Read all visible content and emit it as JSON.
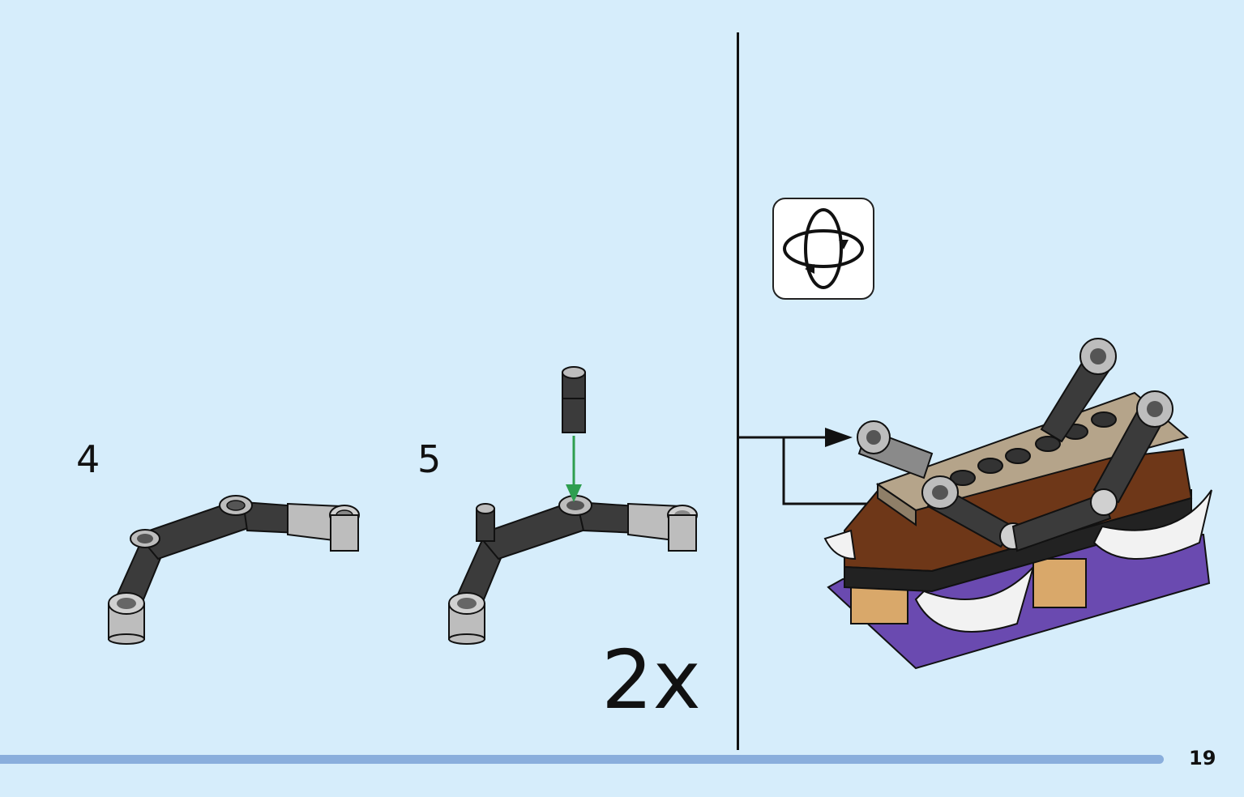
{
  "steps": [
    {
      "number": "4"
    },
    {
      "number": "5"
    }
  ],
  "multiplier": "2x",
  "page_number": "19",
  "icons": {
    "rotate": "rotate-model-icon",
    "arrow": "insert-arrow-icon",
    "callout": "callout-arrow-icon"
  },
  "colors": {
    "background": "#d6edfb",
    "progress": "#8aaedc",
    "dark_gray": "#3b3b3b",
    "light_gray": "#bdbdbd",
    "brown": "#6e3718",
    "tan": "#b5a48a",
    "purple": "#6a4ab0",
    "green_arrow": "#2e9e4f"
  }
}
